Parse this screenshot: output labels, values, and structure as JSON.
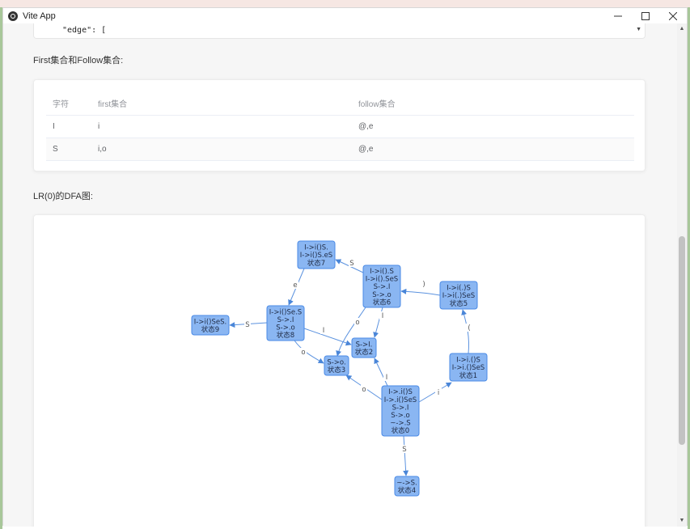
{
  "window": {
    "title": "Vite App"
  },
  "code": {
    "line": "\"edge\": ["
  },
  "sets": {
    "title": "First集合和Follow集合:",
    "columns": [
      "字符",
      "first集合",
      "follow集合"
    ],
    "rows": [
      {
        "symbol": "I",
        "first": "i",
        "follow": "@,e"
      },
      {
        "symbol": "S",
        "first": "i,o",
        "follow": "@,e"
      }
    ]
  },
  "dfa": {
    "title": "LR(0)的DFA图:",
    "nodes": [
      {
        "id": "n0",
        "lines": [
          "I->.i()S",
          "I->.i()SeS",
          "S->.I",
          "S->.o",
          "~->.S",
          "状态0"
        ]
      },
      {
        "id": "n1",
        "lines": [
          "I->i.()S",
          "I->i.()SeS",
          "状态1"
        ]
      },
      {
        "id": "n2",
        "lines": [
          "S->I.",
          "状态2"
        ]
      },
      {
        "id": "n3",
        "lines": [
          "S->o.",
          "状态3"
        ]
      },
      {
        "id": "n4",
        "lines": [
          "~->S.",
          "状态4"
        ]
      },
      {
        "id": "n5",
        "lines": [
          "I->i(.)S",
          "I->i(.)SeS",
          "状态5"
        ]
      },
      {
        "id": "n6",
        "lines": [
          "I->i().S",
          "I->i().SeS",
          "S->.I",
          "S->.o",
          "状态6"
        ]
      },
      {
        "id": "n7",
        "lines": [
          "I->i()S.",
          "I->i()S.eS",
          "状态7"
        ]
      },
      {
        "id": "n8",
        "lines": [
          "I->i()Se.S",
          "S->.I",
          "S->.o",
          "状态8"
        ]
      },
      {
        "id": "n9",
        "lines": [
          "I->i()SeS.",
          "状态9"
        ]
      }
    ],
    "edges": [
      {
        "from": "n0",
        "to": "n1",
        "label": "i"
      },
      {
        "from": "n0",
        "to": "n2",
        "label": "I"
      },
      {
        "from": "n0",
        "to": "n3",
        "label": "o"
      },
      {
        "from": "n0",
        "to": "n4",
        "label": "S"
      },
      {
        "from": "n1",
        "to": "n5",
        "label": "("
      },
      {
        "from": "n5",
        "to": "n6",
        "label": ")"
      },
      {
        "from": "n6",
        "to": "n7",
        "label": "S"
      },
      {
        "from": "n6",
        "to": "n2",
        "label": "I"
      },
      {
        "from": "n6",
        "to": "n3",
        "label": "o"
      },
      {
        "from": "n7",
        "to": "n8",
        "label": "e"
      },
      {
        "from": "n8",
        "to": "n9",
        "label": "S"
      },
      {
        "from": "n8",
        "to": "n2",
        "label": "I"
      },
      {
        "from": "n8",
        "to": "n3",
        "label": "o"
      }
    ]
  }
}
